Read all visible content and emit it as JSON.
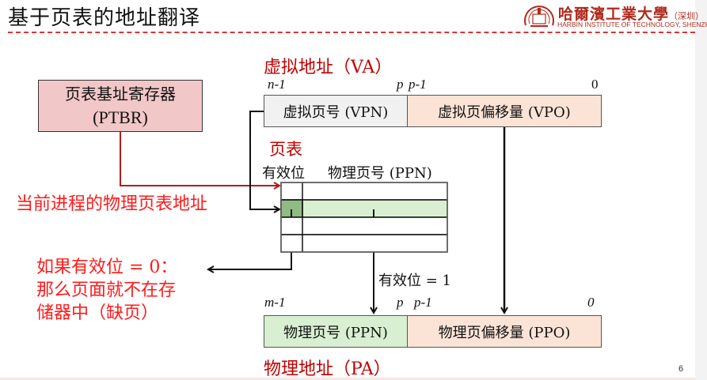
{
  "slide": {
    "title": "基于页表的地址翻译",
    "page_number": "6",
    "logo": {
      "name_cn": "哈爾濱工業大學",
      "campus_cn": "（深圳）",
      "name_en": "HARBIN INSTITUTE OF TECHNOLOGY, SHENZHEN"
    }
  },
  "ptbr": {
    "label_cn": "页表基址寄存器",
    "label_en": "(PTBR)",
    "note": "当前进程的物理页表地址"
  },
  "virtual_address": {
    "title": "虚拟地址（VA）",
    "bit_high": "n-1",
    "bit_p": "p",
    "bit_p_minus_1": "p-1",
    "bit_low": "0",
    "vpn_label": "虚拟页号 (VPN)",
    "vpo_label": "虚拟页偏移量 (VPO)"
  },
  "page_table": {
    "title": "页表",
    "col_valid": "有效位",
    "col_ppn": "物理页号 (PPN)",
    "rows": 4,
    "highlighted_row": 2
  },
  "notes": {
    "invalid_line1": "如果有效位 = 0：",
    "invalid_line2": "那么页面就不在存",
    "invalid_line3": "储器中（缺页）",
    "valid": "有效位 = 1"
  },
  "physical_address": {
    "title": "物理地址（PA）",
    "bit_high": "m-1",
    "bit_p": "p",
    "bit_p_minus_1": "p-1",
    "bit_low": "0",
    "ppn_label": "物理页号 (PPN)",
    "ppo_label": "物理页偏移量 (PPO)"
  },
  "colors": {
    "title_red": "#c00000",
    "note_red": "#ff1a1a",
    "ptbr_fill": "#f2c7c8",
    "vpn_fill": "#f1f1f1",
    "offset_fill": "#fbe4d6",
    "ppn_fill": "#d8f0d1",
    "valid_cell_fill": "#8fbc82",
    "ptbr_wire": "#b01c1c"
  }
}
